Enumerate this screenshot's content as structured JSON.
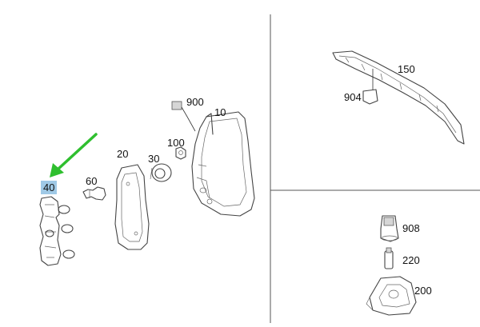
{
  "callouts": {
    "c40": "40",
    "c60": "60",
    "c20": "20",
    "c30": "30",
    "c100": "100",
    "c900": "900",
    "c10": "10",
    "c150": "150",
    "c904": "904",
    "c908": "908",
    "c220": "220",
    "c200": "200"
  },
  "colors": {
    "highlight": "#9fc9e6",
    "arrow": "#2fbf2f",
    "divider": "#555555"
  }
}
